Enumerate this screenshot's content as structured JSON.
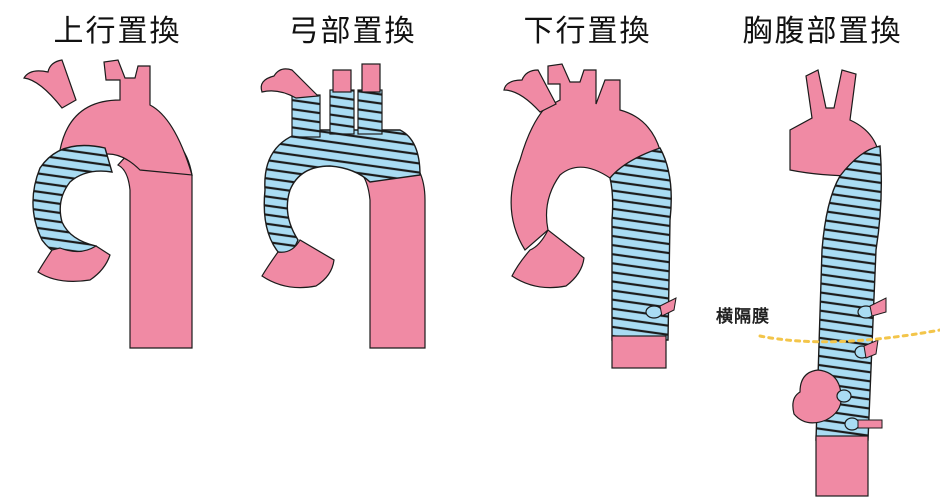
{
  "panels": [
    {
      "title": "上行置換"
    },
    {
      "title": "弓部置換"
    },
    {
      "title": "下行置換"
    },
    {
      "title": "胸腹部置換"
    }
  ],
  "diaphragm_label": "横隔膜",
  "colors": {
    "aorta": "#f08aa4",
    "graft": "#a9dcf3",
    "outline": "#1b1b1b",
    "diaphragm": "#f3c54a"
  }
}
